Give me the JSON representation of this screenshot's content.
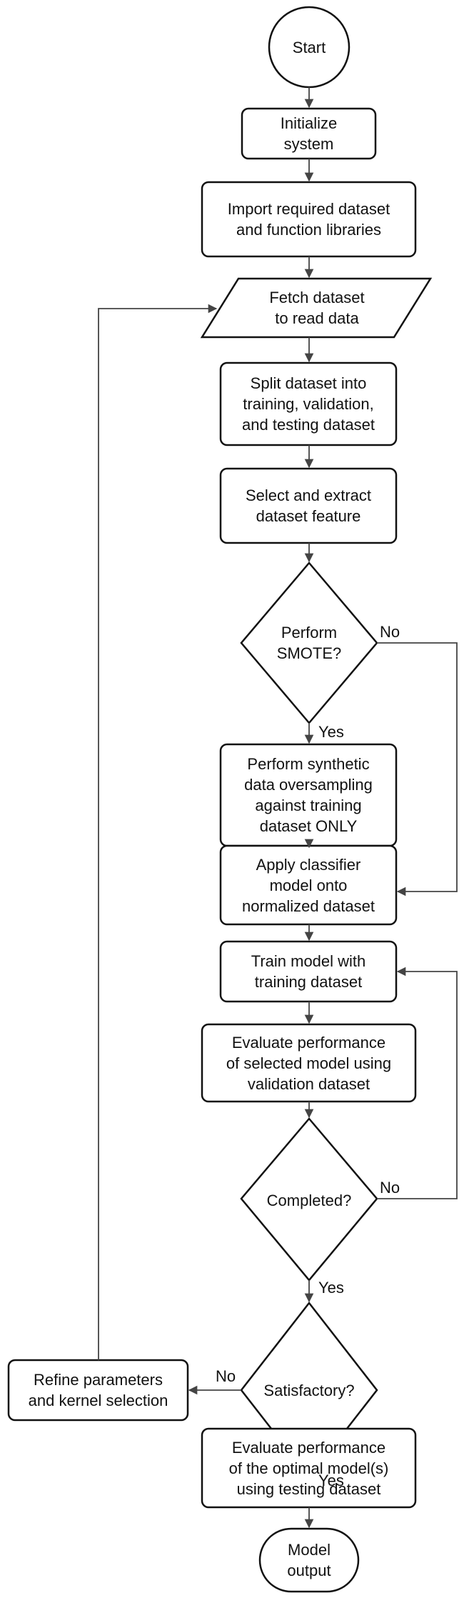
{
  "diagram": {
    "nodes": {
      "start": "Start",
      "initialize": "Initialize\nsystem",
      "import": "Import required dataset\nand function libraries",
      "fetch": "Fetch dataset\nto read data",
      "split": "Split dataset into\ntraining, validation,\nand testing dataset",
      "select": "Select and extract\ndataset feature",
      "smote": "Perform\nSMOTE?",
      "oversample": "Perform synthetic\ndata oversampling\nagainst training\ndataset ONLY",
      "apply": "Apply classifier\nmodel onto\nnormalized dataset",
      "train": "Train model with\ntraining dataset",
      "evaluate": "Evaluate performance\nof selected model using\nvalidation dataset",
      "completed": "Completed?",
      "satisfactory": "Satisfactory?",
      "refine": "Refine parameters\nand kernel selection",
      "evaluate_test": "Evaluate performance\nof the optimal model(s)\nusing testing dataset",
      "output": "Model\noutput"
    },
    "edge_labels": {
      "smote_no": "No",
      "smote_yes": "Yes",
      "completed_no": "No",
      "completed_yes": "Yes",
      "satisfactory_no": "No",
      "satisfactory_yes": "Yes"
    }
  }
}
